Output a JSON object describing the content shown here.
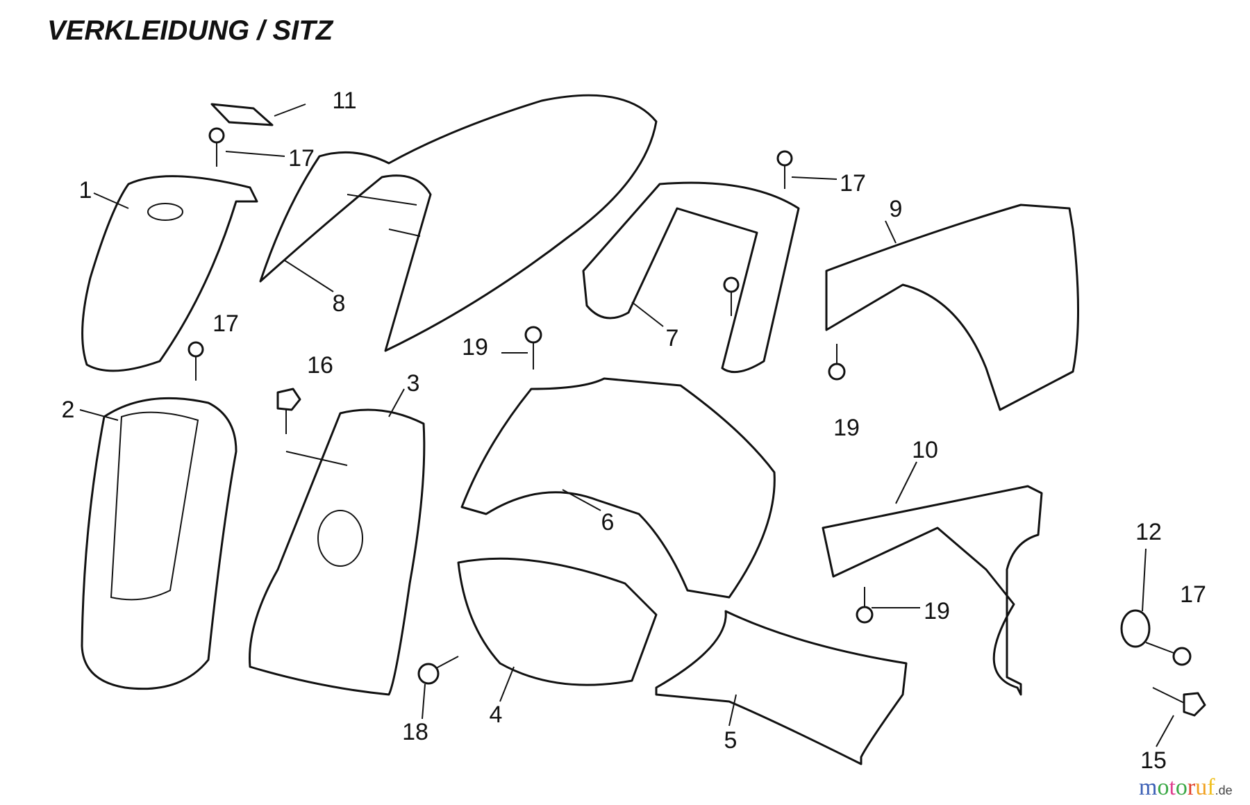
{
  "title": "VERKLEIDUNG / SITZ",
  "callouts": [
    "11",
    "17",
    "1",
    "8",
    "17",
    "2",
    "16",
    "3",
    "19",
    "7",
    "17",
    "9",
    "19",
    "10",
    "6",
    "12",
    "17",
    "19",
    "18",
    "4",
    "5",
    "15"
  ],
  "logo": {
    "text": "motoruf",
    "suffix": ".de",
    "colors": [
      "#3b5fb5",
      "#3aa845",
      "#e04090",
      "#3aa845",
      "#e0402a",
      "#f0a020",
      "#f0c020"
    ]
  }
}
